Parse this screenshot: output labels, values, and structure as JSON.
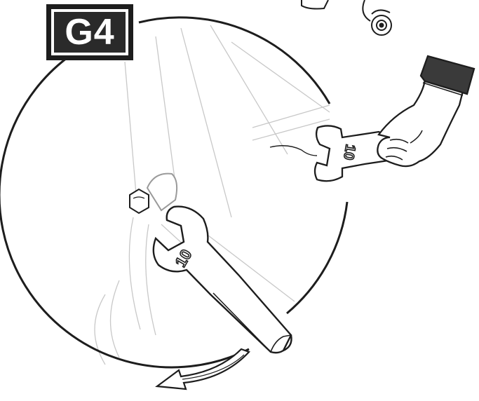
{
  "step": {
    "label": "G4"
  },
  "wrench_upper": {
    "size_label": "10"
  },
  "wrench_lower": {
    "size_label": "10"
  },
  "colors": {
    "ink": "#1d1d1d",
    "faint": "#bdbdbd",
    "sleeve": "#3a3a3a"
  },
  "icons": [
    "hand-icon",
    "wrench-icon",
    "bolt-icon",
    "rotation-arrow-icon",
    "caster-wheel-icon"
  ]
}
